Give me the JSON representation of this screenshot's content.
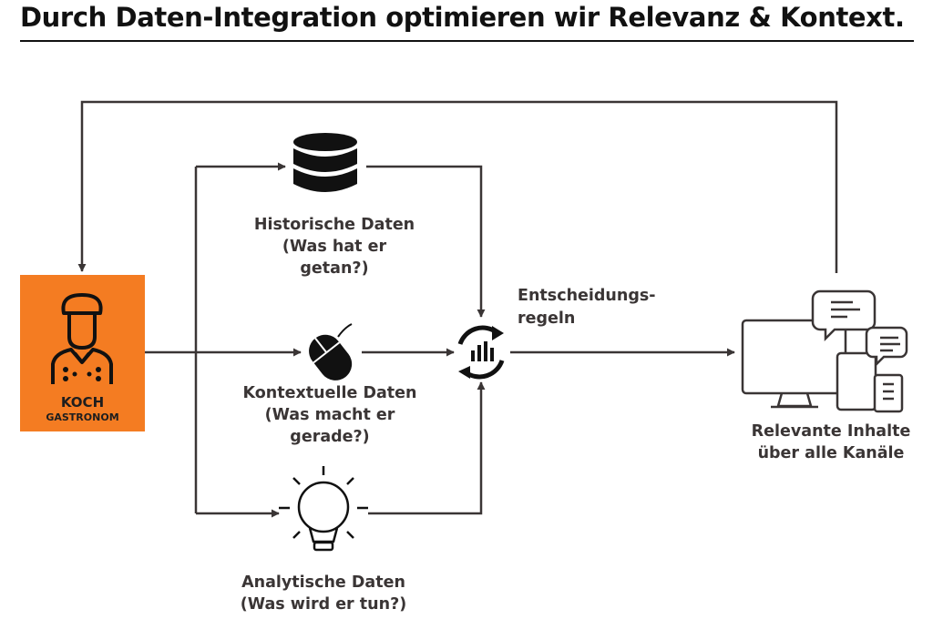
{
  "title": "Durch Daten-Integration optimieren wir Relevanz & Kontext.",
  "persona": {
    "title": "KOCH",
    "subtitle": "GASTRONOM",
    "icon": "chef-icon"
  },
  "nodes": {
    "historisch": {
      "lines": [
        "Historische Daten",
        "(Was hat er",
        "getan?)"
      ],
      "icon": "database-icon"
    },
    "kontextuell": {
      "lines": [
        "Kontextuelle Daten",
        "(Was macht er",
        "gerade?)"
      ],
      "icon": "mouse-icon"
    },
    "analytisch": {
      "lines": [
        "Analytische Daten",
        "(Was wird er tun?)"
      ],
      "icon": "lightbulb-icon"
    },
    "entscheidung": {
      "lines": [
        "Entscheidungs-",
        "regeln"
      ],
      "icon": "decision-cycle-icon"
    },
    "output": {
      "lines": [
        "Relevante Inhalte",
        "über alle Kanäle"
      ],
      "icon": "devices-chat-icon"
    }
  },
  "colors": {
    "accent": "#f47c22",
    "line": "#3a3535",
    "text": "#3a3535"
  }
}
